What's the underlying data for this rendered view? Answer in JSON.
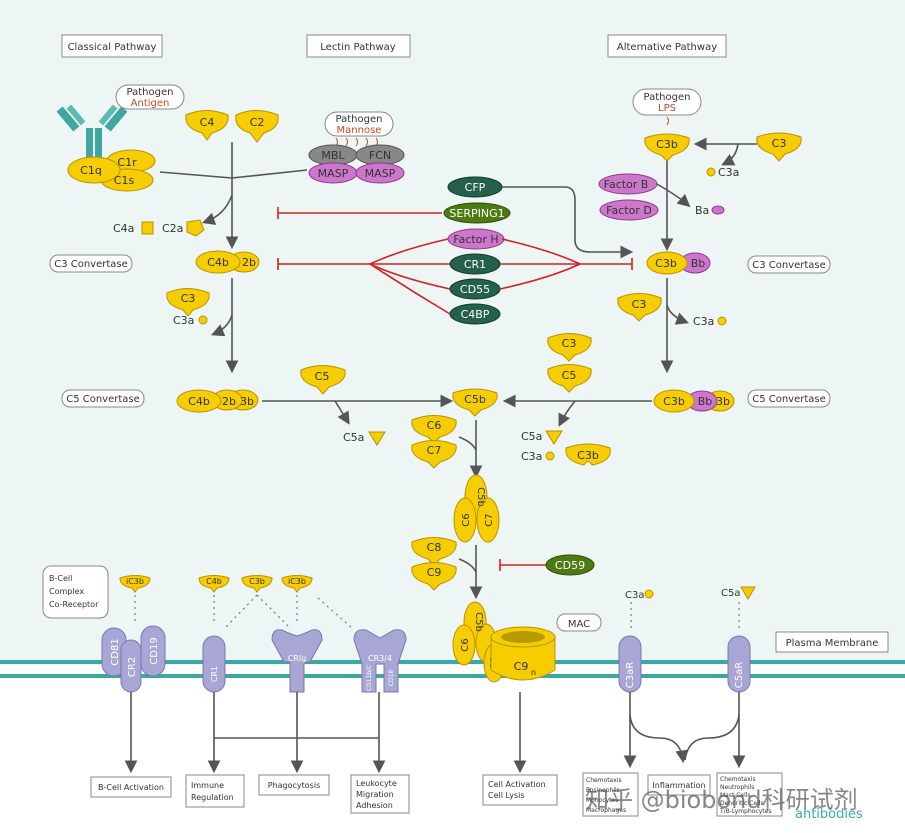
{
  "pathways": [
    "Classical Pathway",
    "Lectin Pathway",
    "Alternative Pathway"
  ],
  "pathogens": {
    "classical": {
      "name": "Pathogen",
      "sub": "Antigen"
    },
    "lectin": {
      "name": "Pathogen",
      "sub": "Mannose"
    },
    "alternative": {
      "name": "Pathogen",
      "sub": "LPS"
    }
  },
  "complement": {
    "c1q": "C1q",
    "c1r": "C1r",
    "c1s": "C1s",
    "c4": "C4",
    "c2": "C2",
    "mbl": "MBL",
    "fcn": "FCN",
    "masp": "MASP",
    "c4a": "C4a",
    "c2a": "C2a",
    "c4b": "C4b",
    "n2b": "2b",
    "n3b": "3b",
    "c3": "C3",
    "c3a": "C3a",
    "c3b": "C3b",
    "bb": "Bb",
    "ba": "Ba",
    "factor_b": "Factor B",
    "factor_d": "Factor D",
    "c5": "C5",
    "c5a": "C5a",
    "c5b": "C5b",
    "c6": "C6",
    "c7": "C7",
    "c8": "C8",
    "c9": "C9",
    "n": "n"
  },
  "regulators": [
    "CFP",
    "SERPING1",
    "Factor H",
    "CR1",
    "CD55",
    "C4BP"
  ],
  "cd59": "CD59",
  "stages": {
    "c3_convertase": "C3 Convertase",
    "c5_convertase": "C5 Convertase",
    "mac": "MAC",
    "membrane": "Plasma Membrane"
  },
  "bcell_box": [
    "B-Cell",
    "Complex",
    "Co-Receptor"
  ],
  "ligands": [
    "iC3b",
    "C4b",
    "C3b",
    "iC3b"
  ],
  "receptors": {
    "cd81": "CD81",
    "cr2": "CR2",
    "cd19": "CD19",
    "cr1": "CR1",
    "crig": "CRIg",
    "cr34": "CR3/4",
    "cd11bc": "CD11b/C",
    "cd18": "CD18",
    "c3ar": "C3aR",
    "c5ar": "C5aR"
  },
  "outcomes": [
    [
      "B-Cell Activation"
    ],
    [
      "Immune",
      "Regulation"
    ],
    [
      "Phagocytosis"
    ],
    [
      "Leukocyte",
      "Migration",
      "Adhesion"
    ],
    [
      "Cell Activation",
      "Cell Lysis"
    ],
    [
      "Chemotaxis",
      "Eosinophils",
      "Monocytes",
      "Macrophages"
    ],
    [
      "Inflammation"
    ],
    [
      "Chemotaxis",
      "Neutrophils",
      "Mast Cells",
      "Dendritic Cells",
      "T/B-Lymphocytes"
    ]
  ],
  "watermark": "知乎 @biobond科研试剂",
  "brand": "antibodies"
}
